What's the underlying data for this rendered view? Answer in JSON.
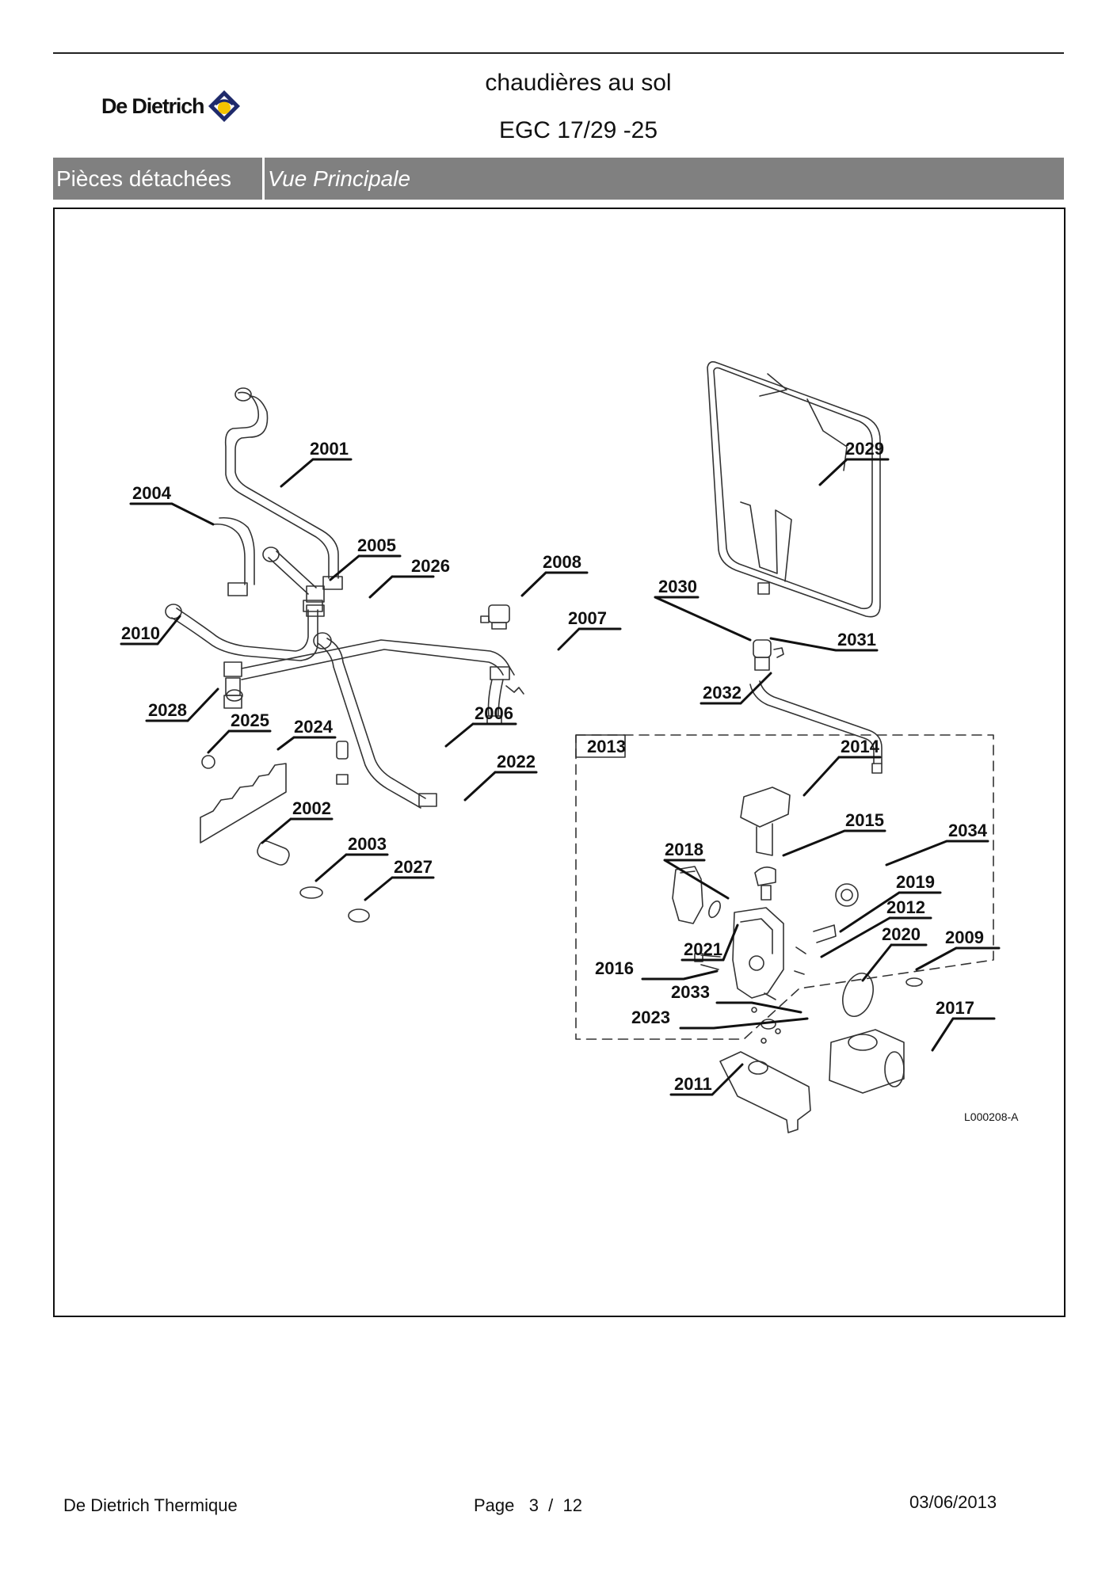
{
  "header": {
    "brand": "De Dietrich",
    "brand_colors": {
      "navy": "#1f2a6b",
      "yellow": "#f5c400"
    },
    "title_line1": "chaudières au sol",
    "title_line2": "EGC 17/29 -25"
  },
  "section_bar": {
    "category": "Pièces détachées",
    "view": "Vue Principale",
    "background": "#808080"
  },
  "diagram": {
    "reference": "L000208-A",
    "group_label": "2013",
    "callouts": [
      {
        "id": "2001",
        "label": "2001"
      },
      {
        "id": "2004",
        "label": "2004"
      },
      {
        "id": "2005",
        "label": "2005"
      },
      {
        "id": "2008",
        "label": "2008"
      },
      {
        "id": "2026",
        "label": "2026"
      },
      {
        "id": "2007",
        "label": "2007"
      },
      {
        "id": "2010",
        "label": "2010"
      },
      {
        "id": "2028",
        "label": "2028"
      },
      {
        "id": "2025",
        "label": "2025"
      },
      {
        "id": "2024",
        "label": "2024"
      },
      {
        "id": "2006",
        "label": "2006"
      },
      {
        "id": "2022",
        "label": "2022"
      },
      {
        "id": "2002",
        "label": "2002"
      },
      {
        "id": "2003",
        "label": "2003"
      },
      {
        "id": "2027",
        "label": "2027"
      },
      {
        "id": "2029",
        "label": "2029"
      },
      {
        "id": "2030",
        "label": "2030"
      },
      {
        "id": "2031",
        "label": "2031"
      },
      {
        "id": "2032",
        "label": "2032"
      },
      {
        "id": "2014",
        "label": "2014"
      },
      {
        "id": "2015",
        "label": "2015"
      },
      {
        "id": "2034",
        "label": "2034"
      },
      {
        "id": "2018",
        "label": "2018"
      },
      {
        "id": "2019",
        "label": "2019"
      },
      {
        "id": "2012",
        "label": "2012"
      },
      {
        "id": "2021",
        "label": "2021"
      },
      {
        "id": "2020",
        "label": "2020"
      },
      {
        "id": "2009",
        "label": "2009"
      },
      {
        "id": "2016",
        "label": "2016"
      },
      {
        "id": "2033",
        "label": "2033"
      },
      {
        "id": "2023",
        "label": "2023"
      },
      {
        "id": "2017",
        "label": "2017"
      },
      {
        "id": "2011",
        "label": "2011"
      }
    ]
  },
  "footer": {
    "company": "De Dietrich Thermique",
    "page_label": "Page   3  /  12",
    "date": "03/06/2013"
  }
}
